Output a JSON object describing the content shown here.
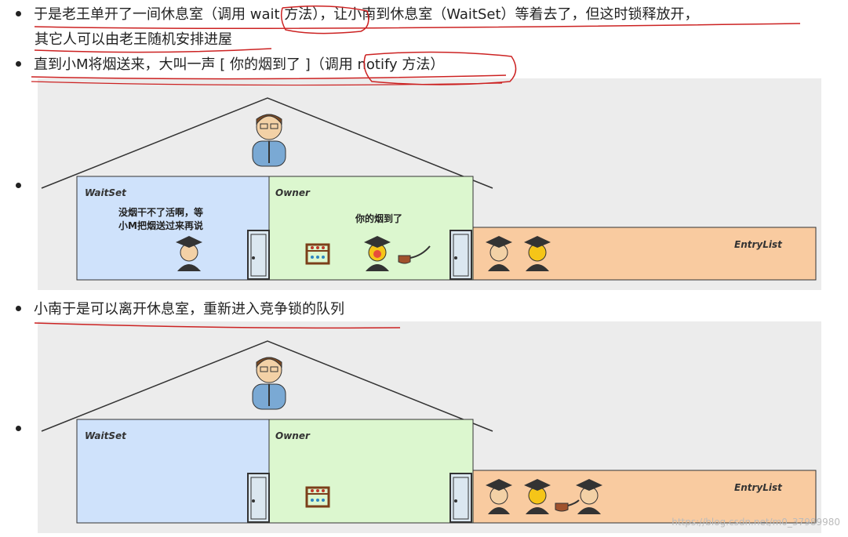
{
  "bullets": {
    "b1_line1": "于是老王单开了一间休息室（调用 wait 方法），让小南到休息室（WaitSet）等着去了，但这时锁释放开，",
    "b1_line2": "其它人可以由老王随机安排进屋",
    "b2": "直到小M将烟送来，大叫一声 [ 你的烟到了 ]（调用 notify 方法）",
    "b3": "小南于是可以离开休息室，重新进入竞争锁的队列"
  },
  "diagram1": {
    "waitset_label": "WaitSet",
    "owner_label": "Owner",
    "entrylist_label": "EntryList",
    "waitset_note_line1": "没烟干不了活啊，等",
    "waitset_note_line2": "小M把烟送过来再说",
    "owner_note": "你的烟到了"
  },
  "diagram2": {
    "waitset_label": "WaitSet",
    "owner_label": "Owner",
    "entrylist_label": "EntryList"
  },
  "footer": "https://blog.csdn.net/m0_37989980",
  "colors": {
    "waitset_fill": "#cfe2fb",
    "owner_fill": "#dcf7cf",
    "entrylist_fill": "#f9cba0",
    "annotation_red": "#cc2222",
    "canvas_bg": "#ececec"
  }
}
